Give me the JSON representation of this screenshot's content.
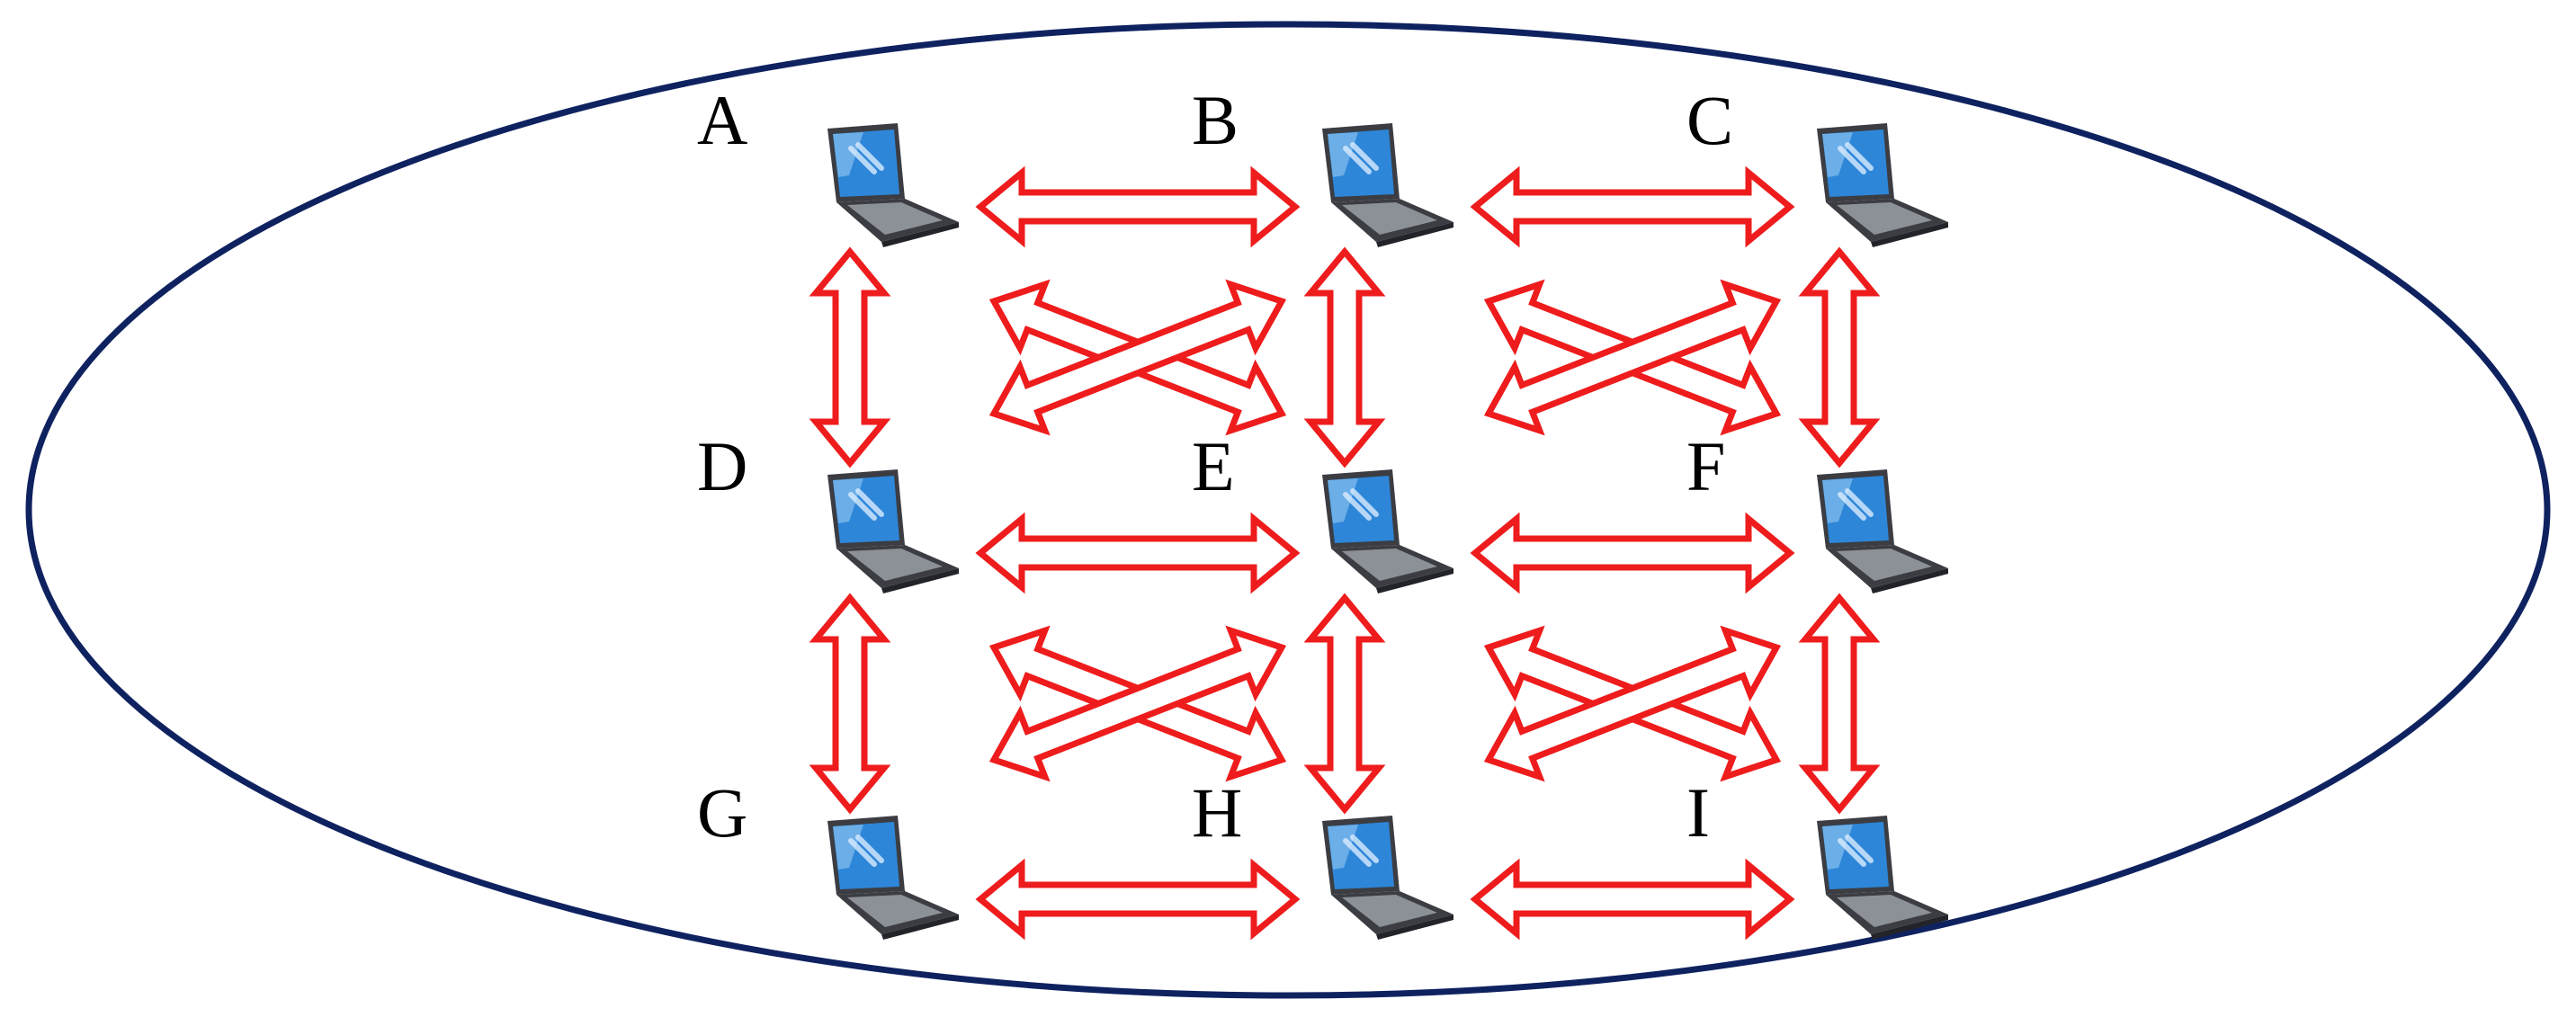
{
  "colors": {
    "boundary": "#0f2260",
    "arrow": "#ee1c1c",
    "arrow_fill": "#ffffff",
    "laptop_screen": "#2e86d8",
    "laptop_screen_light": "#9fd0f5",
    "laptop_body": "#3b3d42",
    "laptop_keys": "#8c9097"
  },
  "icon": "laptop-icon",
  "nodes": [
    {
      "id": "A",
      "label": "A"
    },
    {
      "id": "B",
      "label": "B"
    },
    {
      "id": "C",
      "label": "C"
    },
    {
      "id": "D",
      "label": "D"
    },
    {
      "id": "E",
      "label": "E"
    },
    {
      "id": "F",
      "label": "F"
    },
    {
      "id": "G",
      "label": "G"
    },
    {
      "id": "H",
      "label": "H"
    },
    {
      "id": "I",
      "label": "I"
    }
  ],
  "links": [
    [
      "A",
      "B"
    ],
    [
      "B",
      "C"
    ],
    [
      "D",
      "E"
    ],
    [
      "E",
      "F"
    ],
    [
      "G",
      "H"
    ],
    [
      "H",
      "I"
    ],
    [
      "A",
      "D"
    ],
    [
      "B",
      "E"
    ],
    [
      "C",
      "F"
    ],
    [
      "D",
      "G"
    ],
    [
      "E",
      "H"
    ],
    [
      "F",
      "I"
    ],
    [
      "A",
      "E"
    ],
    [
      "B",
      "D"
    ],
    [
      "B",
      "F"
    ],
    [
      "C",
      "E"
    ],
    [
      "D",
      "H"
    ],
    [
      "E",
      "G"
    ],
    [
      "E",
      "I"
    ],
    [
      "F",
      "H"
    ]
  ]
}
